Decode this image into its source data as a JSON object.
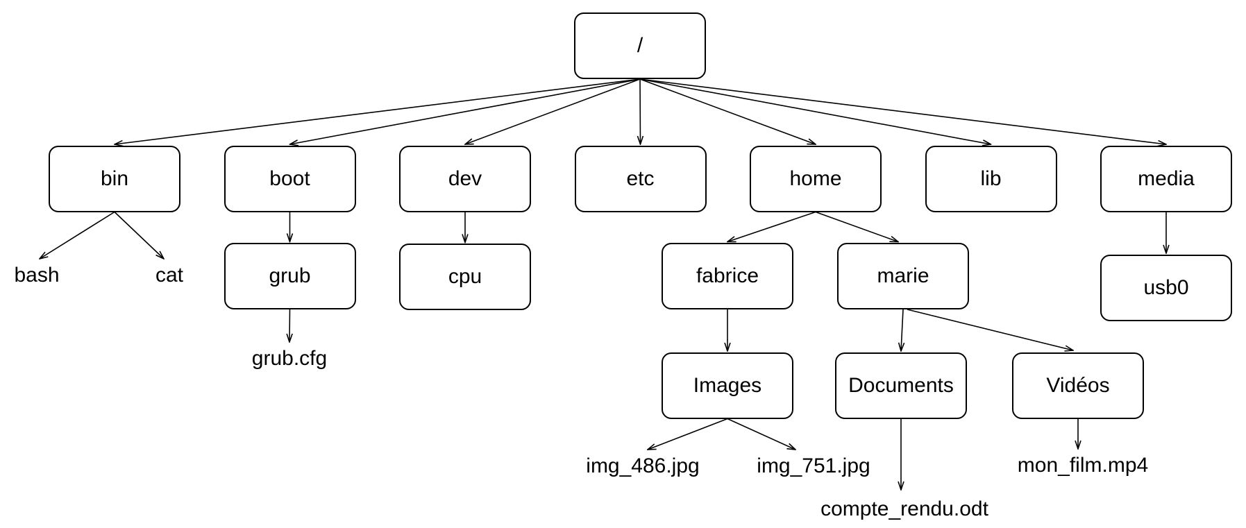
{
  "diagram": {
    "description": "filesystem tree",
    "background_color": "#ffffff",
    "stroke_color": "#000000",
    "nodes": [
      {
        "id": "root",
        "label": "/",
        "kind": "directory-box"
      },
      {
        "id": "bin",
        "label": "bin",
        "kind": "directory-box"
      },
      {
        "id": "boot",
        "label": "boot",
        "kind": "directory-box"
      },
      {
        "id": "dev",
        "label": "dev",
        "kind": "directory-box"
      },
      {
        "id": "etc",
        "label": "etc",
        "kind": "directory-box"
      },
      {
        "id": "home",
        "label": "home",
        "kind": "directory-box"
      },
      {
        "id": "lib",
        "label": "lib",
        "kind": "directory-box"
      },
      {
        "id": "media",
        "label": "media",
        "kind": "directory-box"
      },
      {
        "id": "bash",
        "label": "bash",
        "kind": "file-text"
      },
      {
        "id": "cat",
        "label": "cat",
        "kind": "file-text"
      },
      {
        "id": "grub",
        "label": "grub",
        "kind": "directory-box"
      },
      {
        "id": "cpu",
        "label": "cpu",
        "kind": "directory-box"
      },
      {
        "id": "fabrice",
        "label": "fabrice",
        "kind": "directory-box"
      },
      {
        "id": "marie",
        "label": "marie",
        "kind": "directory-box"
      },
      {
        "id": "usb0",
        "label": "usb0",
        "kind": "directory-box"
      },
      {
        "id": "grub_cfg",
        "label": "grub.cfg",
        "kind": "file-text"
      },
      {
        "id": "images",
        "label": "Images",
        "kind": "directory-box"
      },
      {
        "id": "documents",
        "label": "Documents",
        "kind": "directory-box"
      },
      {
        "id": "videos",
        "label": "Vidéos",
        "kind": "directory-box"
      },
      {
        "id": "img_486",
        "label": "img_486.jpg",
        "kind": "file-text"
      },
      {
        "id": "img_751",
        "label": "img_751.jpg",
        "kind": "file-text"
      },
      {
        "id": "compte_rendu",
        "label": "compte_rendu.odt",
        "kind": "file-text"
      },
      {
        "id": "mon_film",
        "label": "mon_film.mp4",
        "kind": "file-text"
      }
    ],
    "edges": [
      {
        "from": "root",
        "to": "bin"
      },
      {
        "from": "root",
        "to": "boot"
      },
      {
        "from": "root",
        "to": "dev"
      },
      {
        "from": "root",
        "to": "etc"
      },
      {
        "from": "root",
        "to": "home"
      },
      {
        "from": "root",
        "to": "lib"
      },
      {
        "from": "root",
        "to": "media"
      },
      {
        "from": "bin",
        "to": "bash"
      },
      {
        "from": "bin",
        "to": "cat"
      },
      {
        "from": "boot",
        "to": "grub"
      },
      {
        "from": "dev",
        "to": "cpu"
      },
      {
        "from": "home",
        "to": "fabrice"
      },
      {
        "from": "home",
        "to": "marie"
      },
      {
        "from": "media",
        "to": "usb0"
      },
      {
        "from": "grub",
        "to": "grub_cfg"
      },
      {
        "from": "fabrice",
        "to": "images"
      },
      {
        "from": "marie",
        "to": "documents"
      },
      {
        "from": "marie",
        "to": "videos"
      },
      {
        "from": "images",
        "to": "img_486"
      },
      {
        "from": "images",
        "to": "img_751"
      },
      {
        "from": "documents",
        "to": "compte_rendu"
      },
      {
        "from": "videos",
        "to": "mon_film"
      }
    ]
  }
}
